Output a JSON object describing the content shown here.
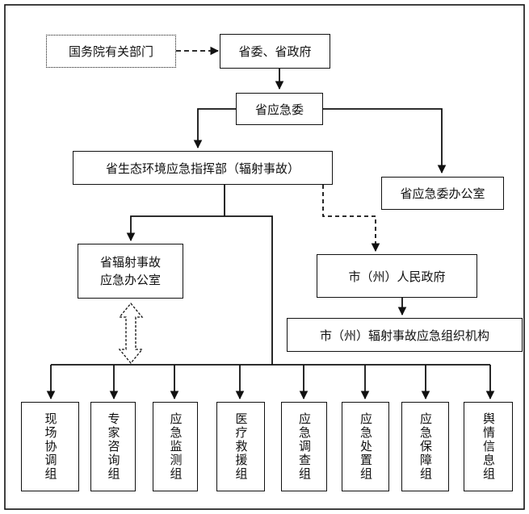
{
  "nodes": {
    "state_council": "国务院有关部门",
    "prov_gov": "省委、省政府",
    "emergency_committee": "省应急委",
    "command": "省生态环境应急指挥部（辐射事故）",
    "committee_office": "省应急委办公室",
    "radiation_office": "省辐射事故\n应急办公室",
    "city_gov": "市（州）人民政府",
    "city_org": "市（州）辐射事故应急组织机构"
  },
  "groups": [
    "现场协调组",
    "专家咨询组",
    "应急监测组",
    "医疗救援组",
    "应急调查组",
    "应急处置组",
    "应急保障组",
    "舆情信息组"
  ]
}
